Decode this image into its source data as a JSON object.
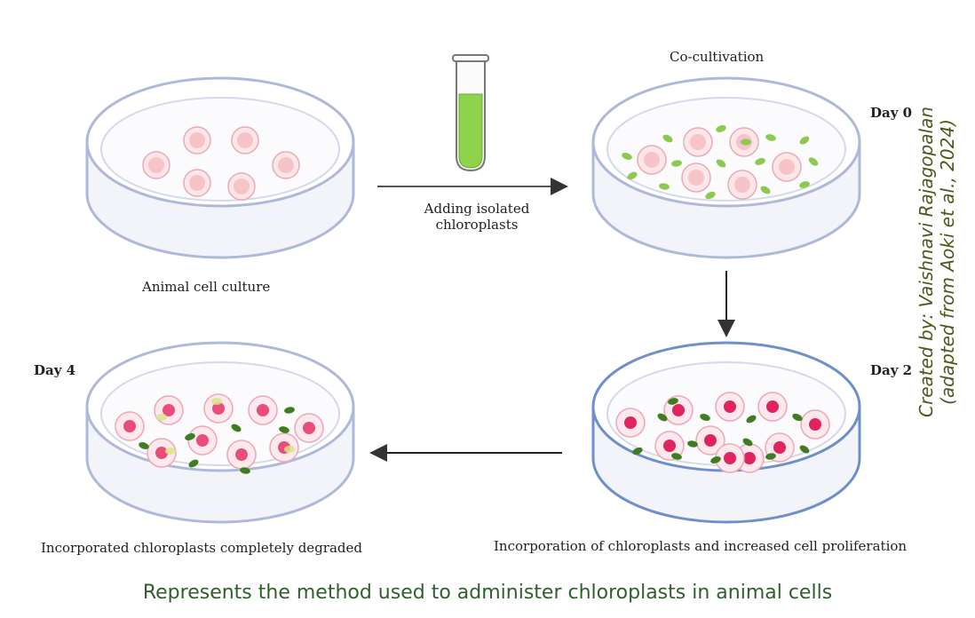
{
  "labels": {
    "animal_culture": "Animal cell culture",
    "adding_line1": "Adding isolated",
    "adding_line2": "chloroplasts",
    "co_cultivation": "Co-cultivation",
    "day0": "Day 0",
    "day2": "Day 2",
    "day4": "Day 4",
    "incorporation": "Incorporation of chloroplasts and increased cell proliferation",
    "degraded": "Incorporated chloroplasts completely degraded"
  },
  "credit": {
    "line1": "Created by: Vaishnavi Rajagopalan",
    "line2": "(adapted from Aoki et al., 2024)"
  },
  "caption": "Represents the method used to administer chloroplasts in animal cells",
  "colors": {
    "dish_rim": "#aeb9da",
    "dish_rim_blue": "#6f8fcb",
    "cell_pale": "#f6c3c8",
    "nucleus_pale": "#f3a8b0",
    "cell_dark": "#f4b8c6",
    "nucleus_dark": "#e0245e",
    "chloroplast_light": "#8ec94f",
    "chloroplast_dark": "#3f7d20",
    "tube_liquid": "#8fd34a",
    "credit": "#4a5a1c",
    "caption": "#2f5f2a"
  }
}
